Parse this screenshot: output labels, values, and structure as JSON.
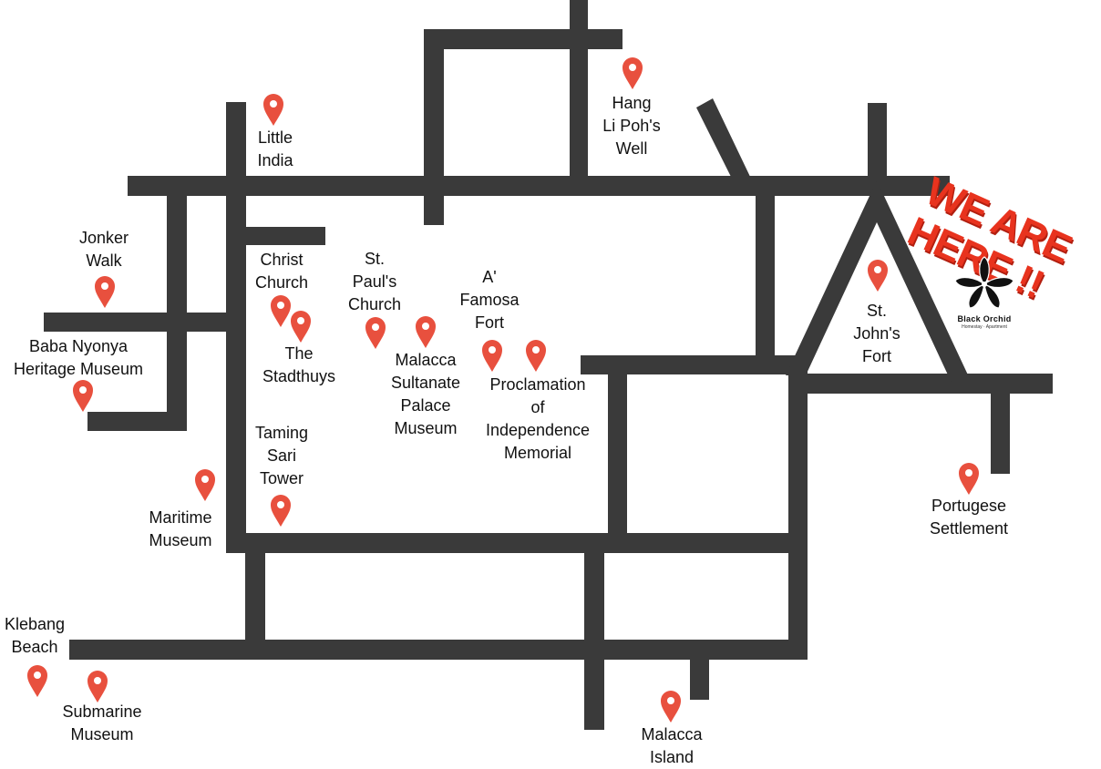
{
  "map": {
    "banner": "WE ARE\nHERE !!",
    "brand": {
      "name": "Black Orchid",
      "tagline": "Homestay · Apartment"
    },
    "colors": {
      "road": "#3a3a3a",
      "pin": "#e8503e",
      "banner": "#e8331e"
    },
    "labels": {
      "little_india": "Little\nIndia",
      "hang_li_poh": "Hang\nLi Poh's\nWell",
      "jonker_walk": "Jonker\nWalk",
      "baba_nyonya": "Baba Nyonya\nHeritage Museum",
      "christ_church": "Christ\nChurch",
      "stadthuys": "The\nStadthuys",
      "st_pauls": "St.\nPaul's\nChurch",
      "a_famosa": "A'\nFamosa\nFort",
      "sultanate_palace": "Malacca\nSultanate\nPalace\nMuseum",
      "proclamation": "Proclamation\nof\nIndependence\nMemorial",
      "st_johns": "St.\nJohn's\nFort",
      "taming_sari": "Taming\nSari\nTower",
      "maritime": "Maritime\nMuseum",
      "portugese": "Portugese\nSettlement",
      "klebang": "Klebang\nBeach",
      "submarine": "Submarine\nMuseum",
      "malacca_island": "Malacca\nIsland"
    }
  }
}
